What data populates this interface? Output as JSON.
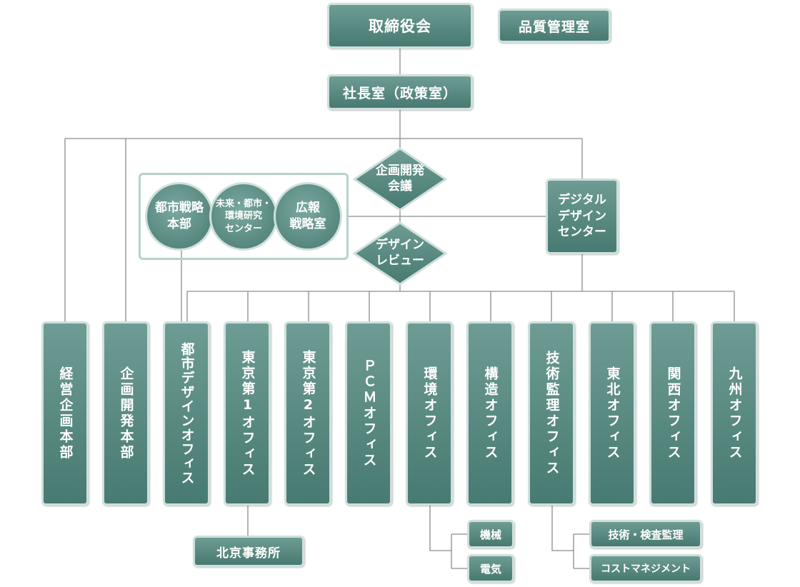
{
  "top": {
    "board": "取締役会",
    "quality": "品質管理室",
    "president": "社長室（政策室）"
  },
  "diamonds": {
    "planning_meeting": "企画開発\n会議",
    "design_review": "デザイン\nレビュー"
  },
  "group": {
    "circle1": "都市戦略\n本部",
    "circle2": "未来・都市・\n環境研究\nセンター",
    "circle3": "広報\n戦略室"
  },
  "digital_center": "デジタル\nデザイン\nセンター",
  "departments": [
    "経営企画本部",
    "企画開発本部",
    "都市デザインオフィス",
    "東京第1オフィス",
    "東京第2オフィス",
    "ＰＣＭオフィス",
    "環境オフィス",
    "構造オフィス",
    "技術監理オフィス",
    "東北オフィス",
    "関西オフィス",
    "九州オフィス"
  ],
  "sub": {
    "beijing": "北京事務所",
    "machinery": "機械",
    "electrical": "電気",
    "tech_inspection": "技術・検査監理",
    "cost_management": "コストマネジメント"
  },
  "colors": {
    "box_top": "#6e9c94",
    "box_bottom": "#477a72",
    "border": "#cfe0dc",
    "line": "#8c8c8c"
  }
}
